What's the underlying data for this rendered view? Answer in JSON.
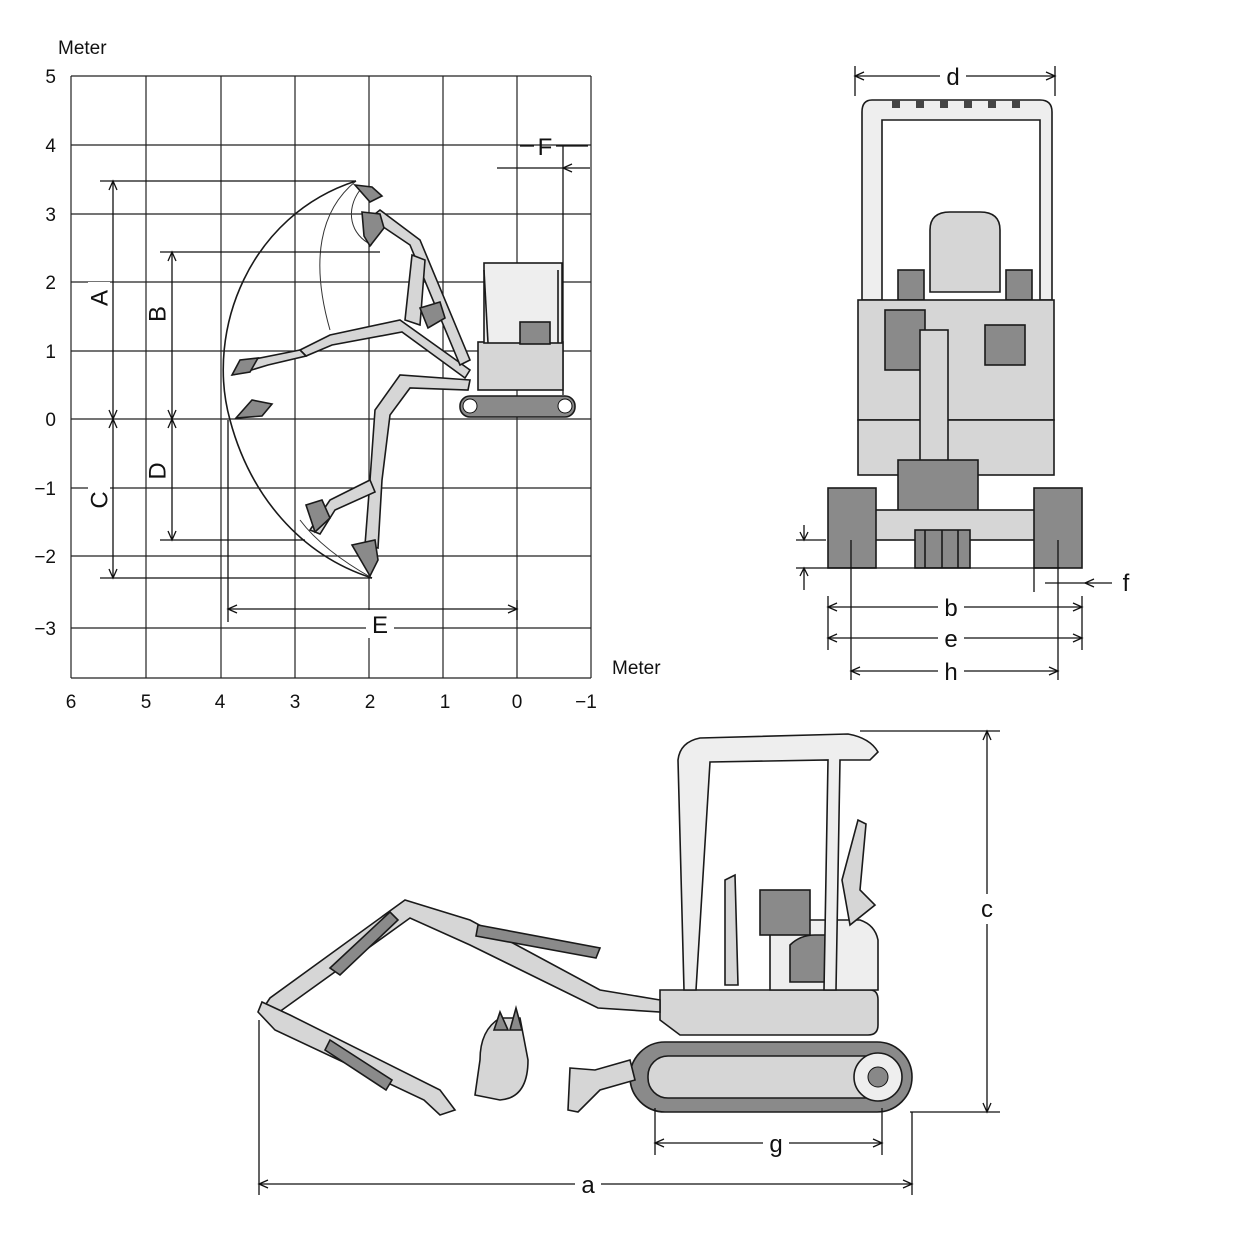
{
  "range_chart": {
    "y_unit_label": "Meter",
    "x_unit_label": "Meter",
    "y_ticks": [
      "5",
      "4",
      "3",
      "2",
      "1",
      "0",
      "−1",
      "−2",
      "−3"
    ],
    "x_ticks": [
      "6",
      "5",
      "4",
      "3",
      "2",
      "1",
      "0",
      "−1"
    ],
    "dimension_labels": {
      "A": "A",
      "B": "B",
      "C": "C",
      "D": "D",
      "E": "E",
      "F": "F"
    }
  },
  "front_view": {
    "dimension_labels": {
      "d": "d",
      "b": "b",
      "e": "e",
      "h": "h",
      "f": "f"
    }
  },
  "side_view": {
    "dimension_labels": {
      "a": "a",
      "c": "c",
      "g": "g"
    }
  }
}
